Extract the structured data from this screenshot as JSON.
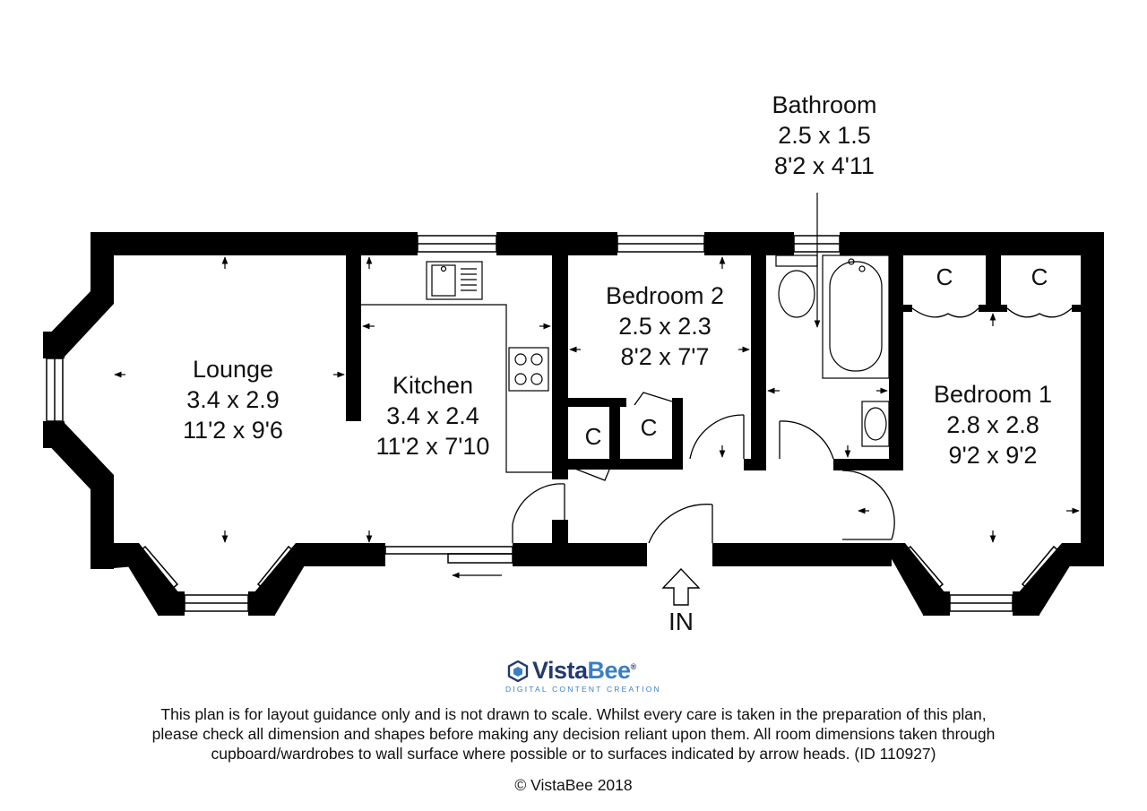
{
  "rooms": {
    "lounge": {
      "name": "Lounge",
      "metric": "3.4 x 2.9",
      "imperial": "11'2 x 9'6"
    },
    "kitchen": {
      "name": "Kitchen",
      "metric": "3.4 x 2.4",
      "imperial": "11'2 x 7'10"
    },
    "bedroom2": {
      "name": "Bedroom 2",
      "metric": "2.5 x 2.3",
      "imperial": "8'2 x 7'7"
    },
    "bathroom": {
      "name": "Bathroom",
      "metric": "2.5 x 1.5",
      "imperial": "8'2 x 4'11"
    },
    "bedroom1": {
      "name": "Bedroom 1",
      "metric": "2.8 x 2.8",
      "imperial": "9'2 x 9'2"
    }
  },
  "cupboard_label": "C",
  "entrance_label": "IN",
  "logo": {
    "name_a": "Vista",
    "name_b": "Bee",
    "reg": "®",
    "tagline": "DIGITAL CONTENT CREATION"
  },
  "disclaimer": {
    "line1": "This plan is for layout guidance only and is not drawn to scale. Whilst every care is taken in the preparation of this plan,",
    "line2": "please check all dimension and shapes before making any decision reliant upon them. All room dimensions taken through",
    "line3": "cupboard/wardrobes to wall surface where possible or to surfaces indicated by arrow heads. (ID 110927)"
  },
  "copyright": "© VistaBee 2018",
  "colors": {
    "wall": "#000000",
    "line": "#000000",
    "logo_dark": "#233a6e",
    "logo_light": "#3a7fc4"
  }
}
